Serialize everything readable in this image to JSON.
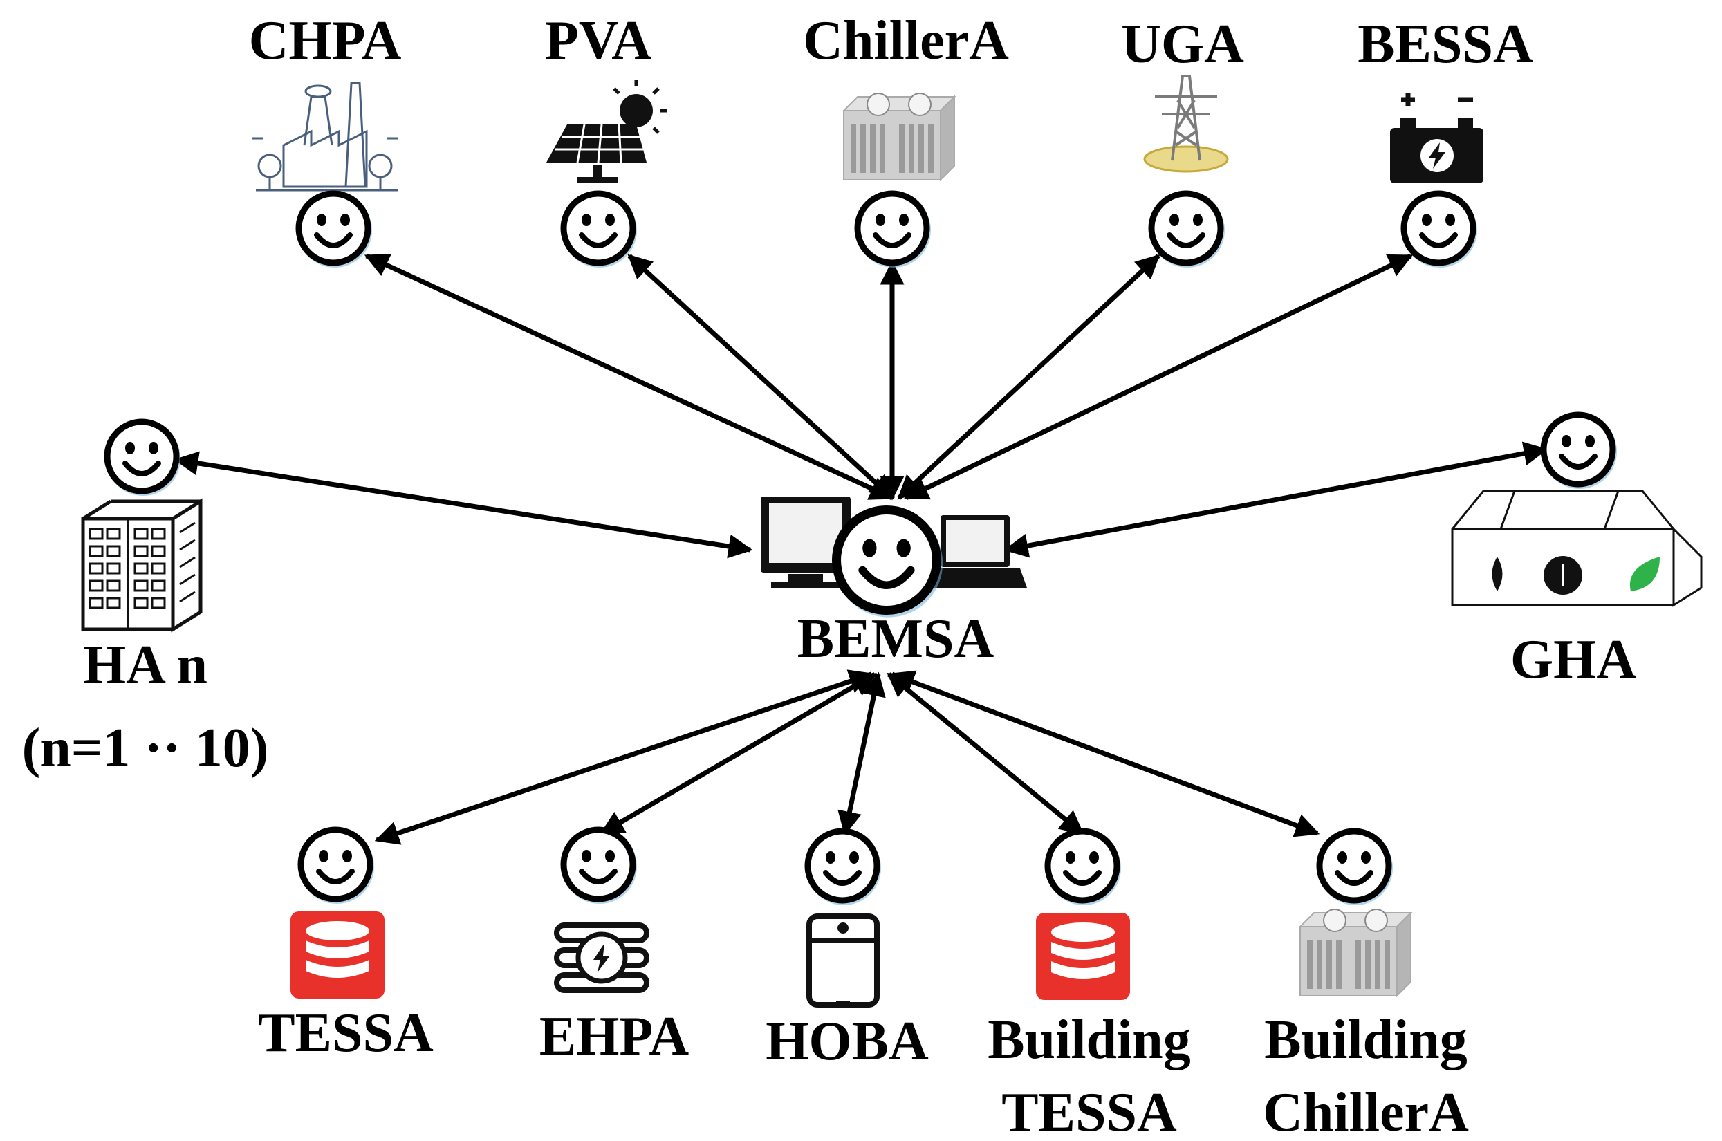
{
  "center": {
    "label": "BEMSA"
  },
  "top_agents": [
    {
      "label": "CHPA",
      "icon": "chp-plant-icon"
    },
    {
      "label": "PVA",
      "icon": "solar-panel-icon"
    },
    {
      "label": "ChillerA",
      "icon": "chiller-icon"
    },
    {
      "label": "UGA",
      "icon": "power-tower-icon"
    },
    {
      "label": "BESSA",
      "icon": "battery-icon"
    }
  ],
  "left_agent": {
    "label": "HA n",
    "sublabel": "(n=1 ·· 10)",
    "icon": "apartment-building-icon"
  },
  "right_agent": {
    "label": "GHA",
    "icon": "greenhouse-icon"
  },
  "bottom_agents": [
    {
      "label": "TESSA",
      "icon": "thermal-storage-icon"
    },
    {
      "label": "EHPA",
      "icon": "heat-pump-icon"
    },
    {
      "label": "HOBA",
      "icon": "boiler-icon"
    },
    {
      "label": "Building",
      "sublabel": "TESSA",
      "icon": "thermal-storage-icon"
    },
    {
      "label": "Building",
      "sublabel": "ChillerA",
      "icon": "chiller-icon"
    }
  ],
  "colors": {
    "storage_red": "#e8312a",
    "chiller_gray": "#c9c9c9",
    "icon_blue": "#4a5f7c"
  }
}
